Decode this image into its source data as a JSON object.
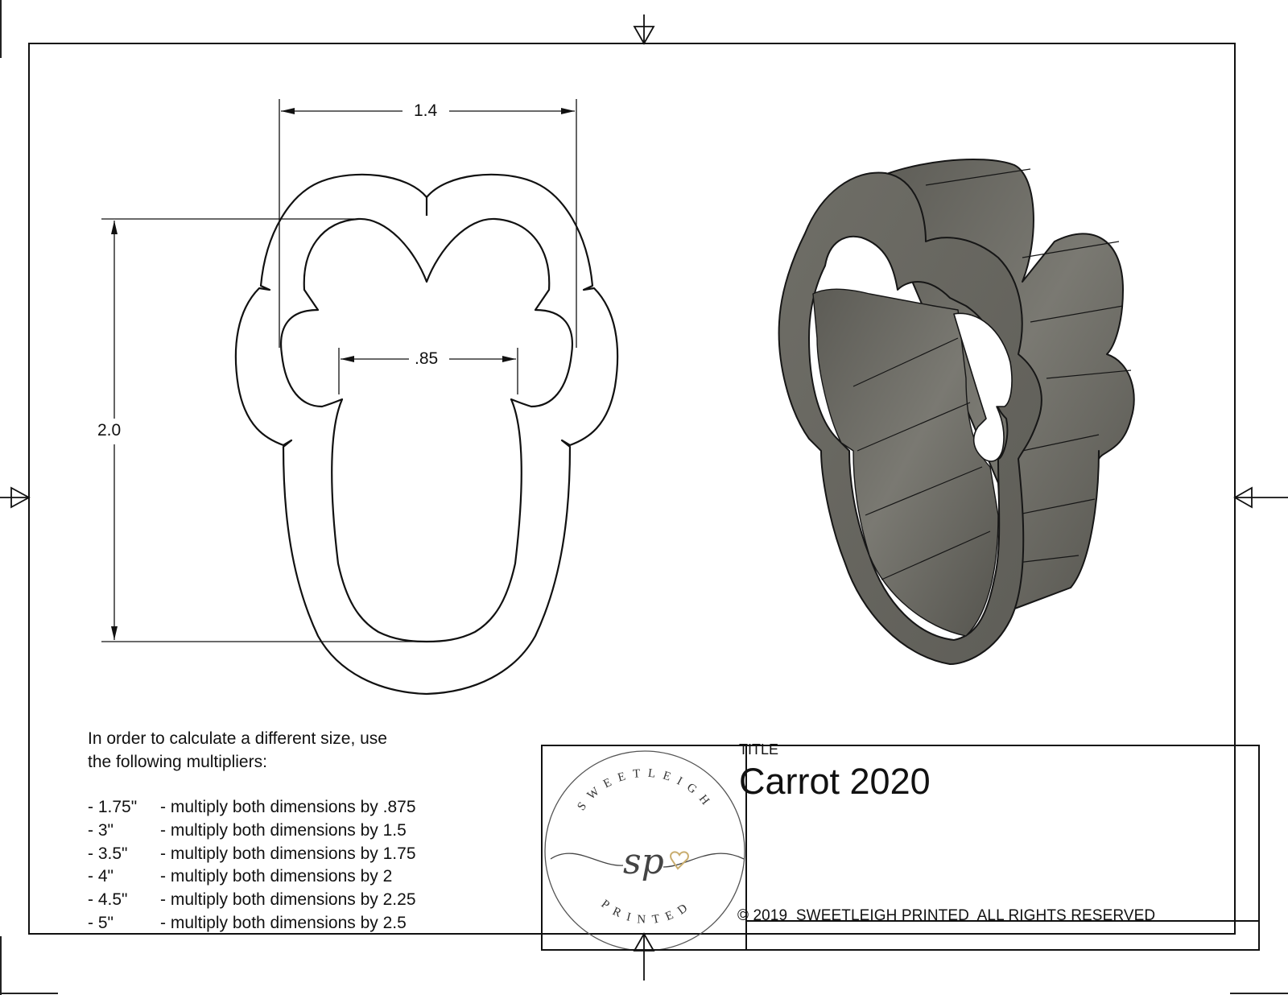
{
  "drawing": {
    "title_label": "TITLE",
    "title": "Carrot 2020",
    "copyright": "© 2019  SWEETLEIGH PRINTED  ALL RIGHTS RESERVED",
    "logo": {
      "top_text": "SWEETLEIGH",
      "bottom_text": "PRINTED",
      "monogram": "sp",
      "heart_color": "#c9ad6e",
      "ink_color": "#444444"
    }
  },
  "dimensions": {
    "overall_width": "1.4",
    "inner_width": ".85",
    "overall_height": "2.0"
  },
  "notes": {
    "intro": "In order to calculate a different size, use\nthe following multipliers:",
    "multipliers": [
      {
        "size": "- 1.75\"",
        "text": "- multiply both dimensions by .875"
      },
      {
        "size": "- 3\"",
        "text": "- multiply both dimensions by 1.5"
      },
      {
        "size": "- 3.5\"",
        "text": "- multiply both dimensions by 1.75"
      },
      {
        "size": "- 4\"",
        "text": "- multiply both dimensions by 2"
      },
      {
        "size": "- 4.5\"",
        "text": "- multiply both dimensions by 2.25"
      },
      {
        "size": "- 5\"",
        "text": "- multiply both dimensions by 2.5"
      }
    ]
  },
  "colors": {
    "render_body": "#6b6a63",
    "render_dark": "#4a4944",
    "line": "#111111"
  }
}
